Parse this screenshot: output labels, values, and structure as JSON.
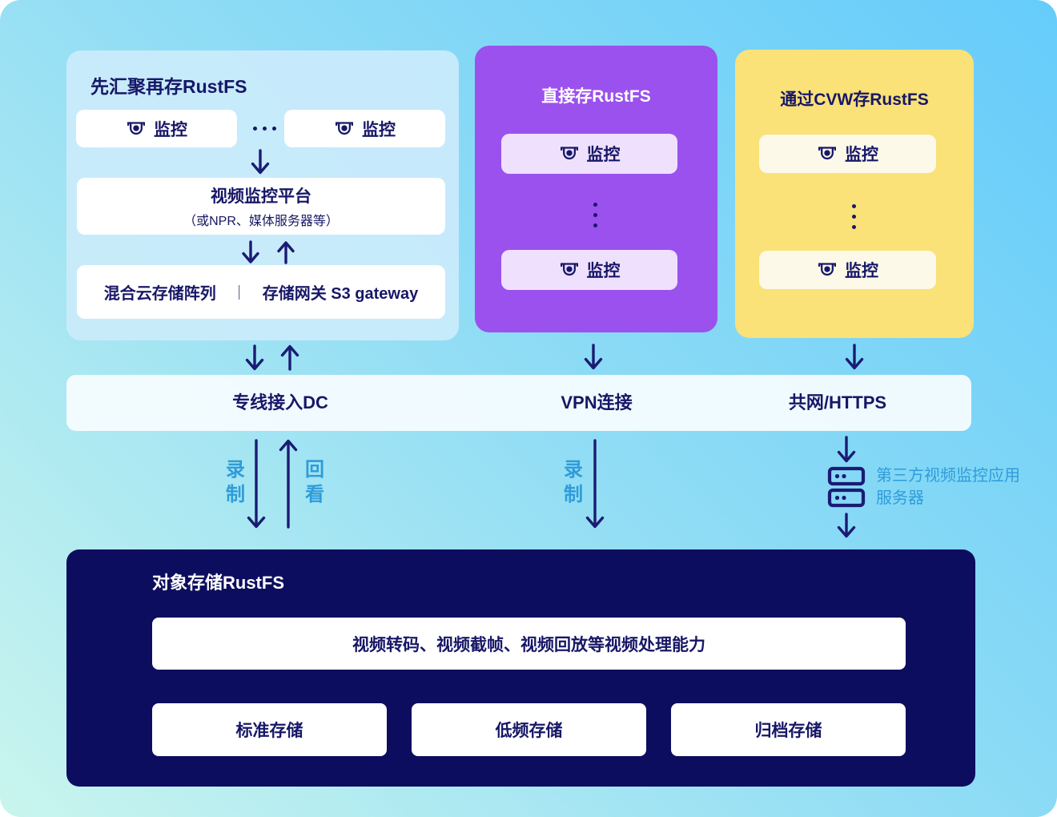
{
  "left_panel": {
    "title": "先汇聚再存RustFS",
    "cameras": [
      "监控",
      "监控"
    ],
    "platform_line1": "视频监控平台",
    "platform_line2": "（或NPR、媒体服务器等）",
    "array_label": "混合云存储阵列",
    "divider": "｜",
    "gateway_label": "存储网关 S3 gateway"
  },
  "purple_panel": {
    "title": "直接存RustFS",
    "cameras": [
      "监控",
      "监控"
    ]
  },
  "yellow_panel": {
    "title": "通过CVW存RustFS",
    "cameras": [
      "监控",
      "监控"
    ]
  },
  "network_bar": {
    "dc": "专线接入DC",
    "vpn": "VPN连接",
    "https": "共网/HTTPS"
  },
  "flows": {
    "record_left": "录制",
    "playback_left": "回看",
    "record_vpn": "录制",
    "third_party_line1": "第三方视频监控应用",
    "third_party_line2": "服务器"
  },
  "bottom_panel": {
    "title": "对象存储RustFS",
    "capability": "视频转码、视频截帧、视频回放等视频处理能力",
    "tiers": [
      "标准存储",
      "低频存储",
      "归档存储"
    ]
  },
  "colors": {
    "navy_text": "#171767",
    "arrow_navy": "#1b1b73",
    "purple_panel": "#9b51ee",
    "lavender_chip": "#efe1fd",
    "yellow_panel": "#fae178",
    "cream_chip": "#fdf9e9",
    "light_blue_panel": "#cdeefb",
    "dark_panel": "#0d0d5f",
    "flow_label_blue": "#2f9cd9",
    "bg_gradient_top_right": "#65ccfa",
    "bg_gradient_bottom_left": "#c9f5ee"
  }
}
